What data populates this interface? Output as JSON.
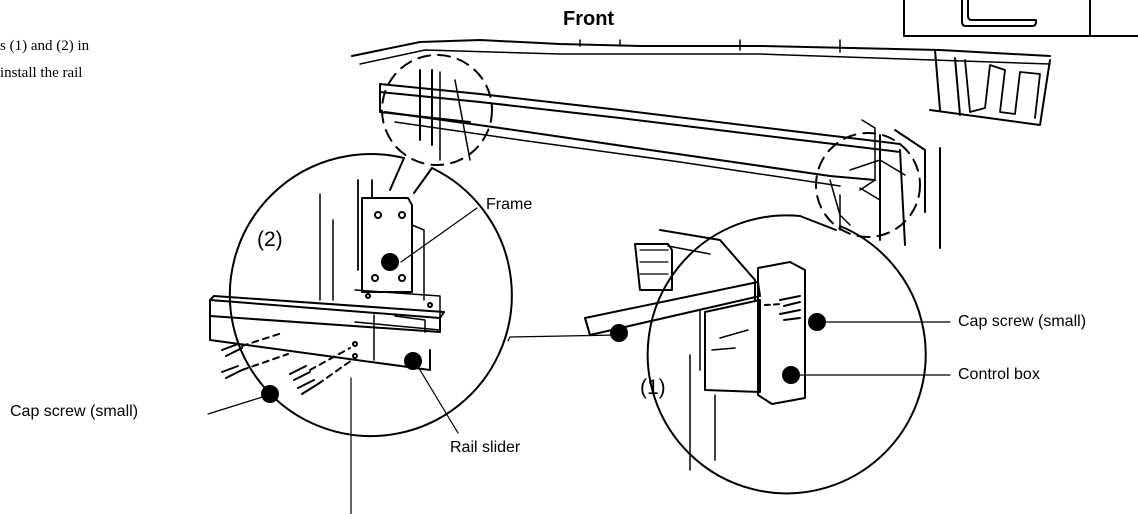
{
  "instructions": {
    "line1": "s (1) and (2) in",
    "line2": "install the rail"
  },
  "title": "Front",
  "callouts": {
    "frame": "Frame",
    "cap_screw_left": "Cap screw (small)",
    "cap_screw_right": "Cap screw (small)",
    "control_box": "Control box",
    "rail_slider": "Rail slider"
  },
  "step_numbers": {
    "step2": "(2)",
    "step1": "(1)"
  },
  "icons": [
    "hex-key-icon",
    "callout-dot-icon",
    "leader-line"
  ]
}
